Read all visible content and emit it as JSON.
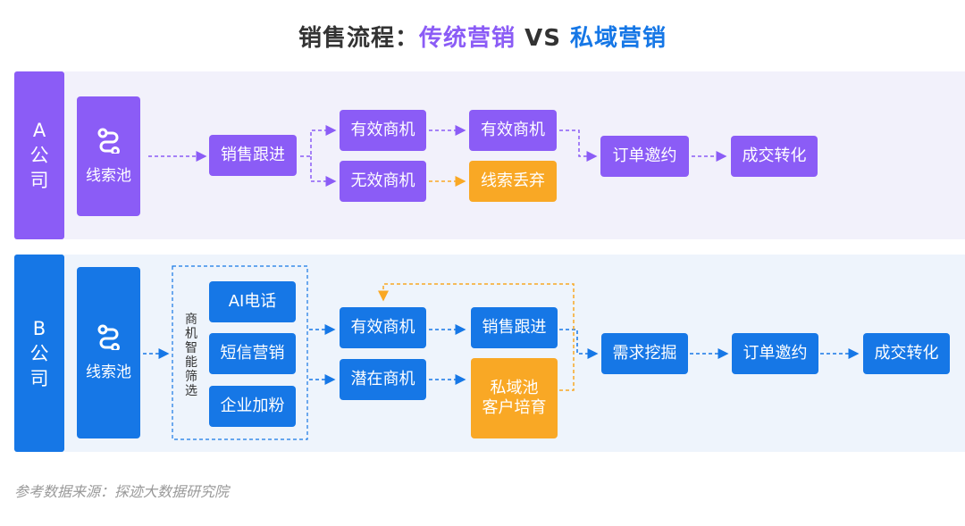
{
  "title": {
    "part1": "销售流程：",
    "part2": "传统营销",
    "vs": " VS ",
    "part3": "私域营销"
  },
  "colors": {
    "purple": "#8b5cf6",
    "blue": "#1677e6",
    "orange": "#f9a825",
    "band_a": "#f2f1fb",
    "band_b": "#eef4fc"
  },
  "company_a": {
    "label_line1": "A",
    "label_line2": "公",
    "label_line3": "司",
    "pool": {
      "icon": "link-icon",
      "label": "线索池"
    },
    "sales_follow": "销售跟进",
    "valid_opp_1": "有效商机",
    "valid_opp_2": "有效商机",
    "invalid_opp": "无效商机",
    "lead_discard": "线索丢弃",
    "order_invite": "订单邀约",
    "deal": "成交转化"
  },
  "company_b": {
    "label_line1": "B",
    "label_line2": "公",
    "label_line3": "司",
    "pool": {
      "icon": "link-icon",
      "label": "线索池"
    },
    "screen_label": "商机智能筛选",
    "ai_call": "AI电话",
    "sms": "短信营销",
    "wecom": "企业加粉",
    "valid_opp": "有效商机",
    "potential_opp": "潜在商机",
    "sales_follow": "销售跟进",
    "private_pool_line1": "私域池",
    "private_pool_line2": "客户培育",
    "needs_mining": "需求挖掘",
    "order_invite": "订单邀约",
    "deal": "成交转化"
  },
  "source": "参考数据来源：探迹大数据研究院"
}
